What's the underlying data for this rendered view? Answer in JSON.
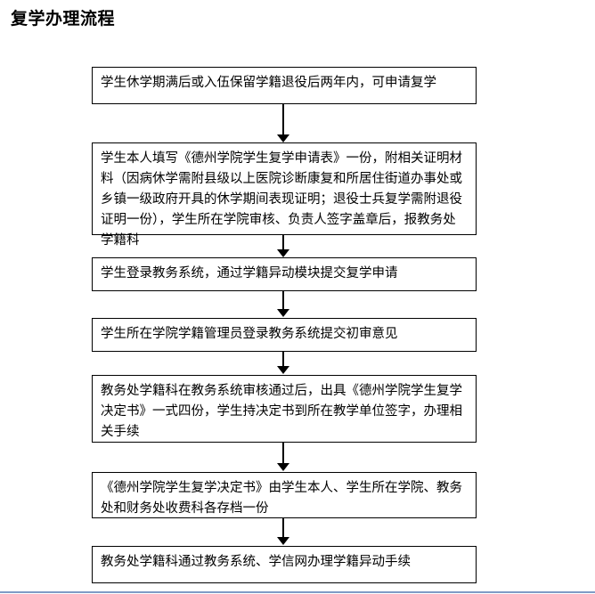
{
  "title": "复学办理流程",
  "theme": {
    "background": "#ffffff",
    "box_border": "#000000",
    "text": "#000000",
    "arrow": "#000000",
    "bottom_rule": "#7f9bc6"
  },
  "flowchart": {
    "type": "vertical-flow",
    "orientation": "top-to-bottom",
    "step_count": 7,
    "connector_count": 6,
    "steps": [
      {
        "index": 1,
        "text": "学生休学期满后或入伍保留学籍退役后两年内，可申请复学"
      },
      {
        "index": 2,
        "text": "学生本人填写《德州学院学生复学申请表》一份，附相关证明材料（因病休学需附县级以上医院诊断康复和所居住街道办事处或乡镇一级政府开具的休学期间表现证明；退役士兵复学需附退役证明一份），学生所在学院审核、负责人签字盖章后，报教务处学籍科"
      },
      {
        "index": 3,
        "text": "学生登录教务系统，通过学籍异动模块提交复学申请"
      },
      {
        "index": 4,
        "text": "学生所在学院学籍管理员登录教务系统提交初审意见"
      },
      {
        "index": 5,
        "text": "教务处学籍科在教务系统审核通过后，出具《德州学院学生复学决定书》一式四份，学生持决定书到所在教学单位签字，办理相关手续"
      },
      {
        "index": 6,
        "text": "《德州学院学生复学决定书》由学生本人、学生所在学院、教务处和财务处收费科各存档一份"
      },
      {
        "index": 7,
        "text": "教务处学籍科通过教务系统、学信网办理学籍异动手续"
      }
    ],
    "connectors": [
      {
        "from": 1,
        "to": 2,
        "arrow": "down-arrow-icon"
      },
      {
        "from": 2,
        "to": 3,
        "arrow": "down-arrow-icon"
      },
      {
        "from": 3,
        "to": 4,
        "arrow": "down-arrow-icon"
      },
      {
        "from": 4,
        "to": 5,
        "arrow": "down-arrow-icon"
      },
      {
        "from": 5,
        "to": 6,
        "arrow": "down-arrow-icon"
      },
      {
        "from": 6,
        "to": 7,
        "arrow": "down-arrow-icon"
      }
    ]
  }
}
